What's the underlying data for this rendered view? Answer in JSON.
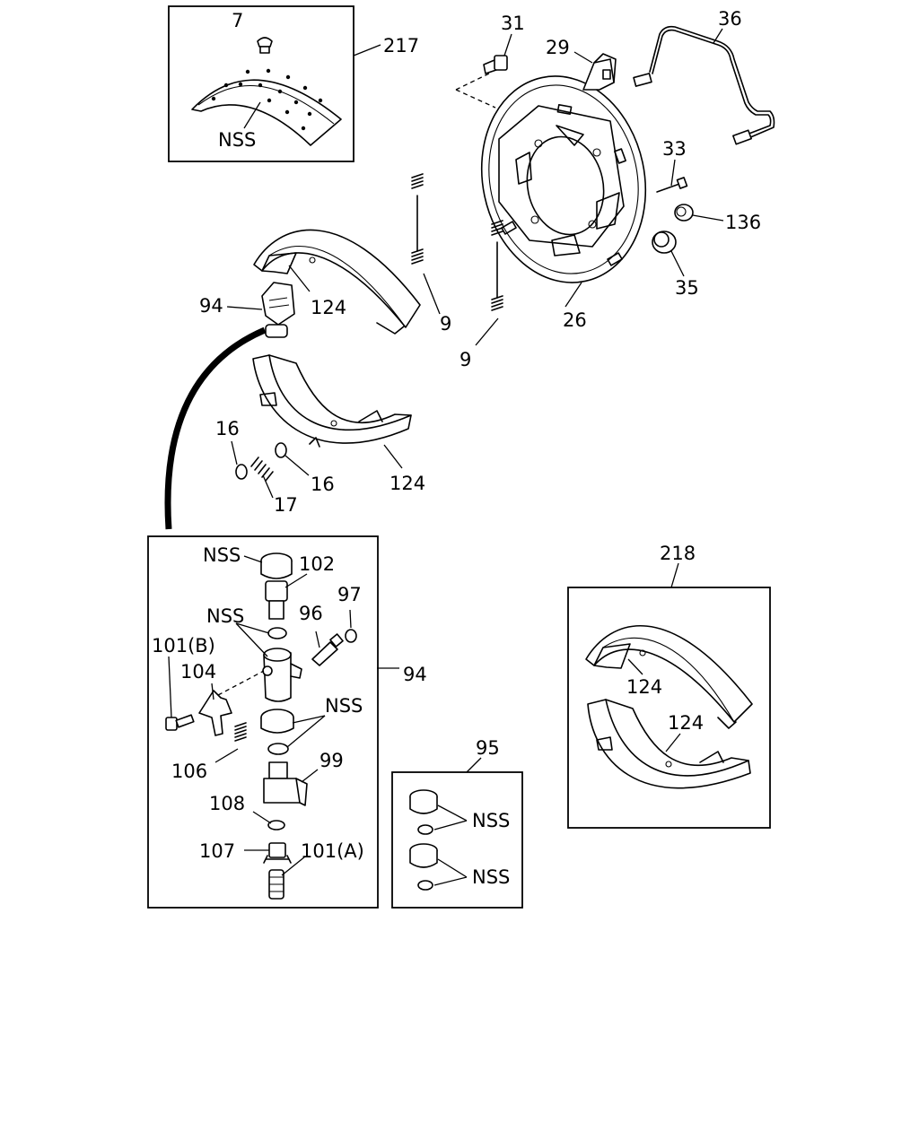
{
  "labels": {
    "l7": "7",
    "l217": "217",
    "nss_lining": "NSS",
    "l31": "31",
    "l29": "29",
    "l36": "36",
    "l33": "33",
    "l136": "136",
    "l35": "35",
    "l26": "26",
    "l9_upper": "9",
    "l9_lower": "9",
    "l94_top": "94",
    "l124_upper": "124",
    "l124_lower": "124",
    "l16_left": "16",
    "l16_right": "16",
    "l17": "17",
    "nss_cap": "NSS",
    "l102": "102",
    "nss_seal_upper": "NSS",
    "l96": "96",
    "l97": "97",
    "l101b": "101(B)",
    "l104": "104",
    "l94_box": "94",
    "nss_seal_lower": "NSS",
    "l106": "106",
    "l99": "99",
    "l108": "108",
    "l107": "107",
    "l101a": "101(A)",
    "l95": "95",
    "nss_kit_upper": "NSS",
    "nss_kit_lower": "NSS",
    "l218": "218",
    "l124_kit_upper": "124",
    "l124_kit_lower": "124"
  }
}
